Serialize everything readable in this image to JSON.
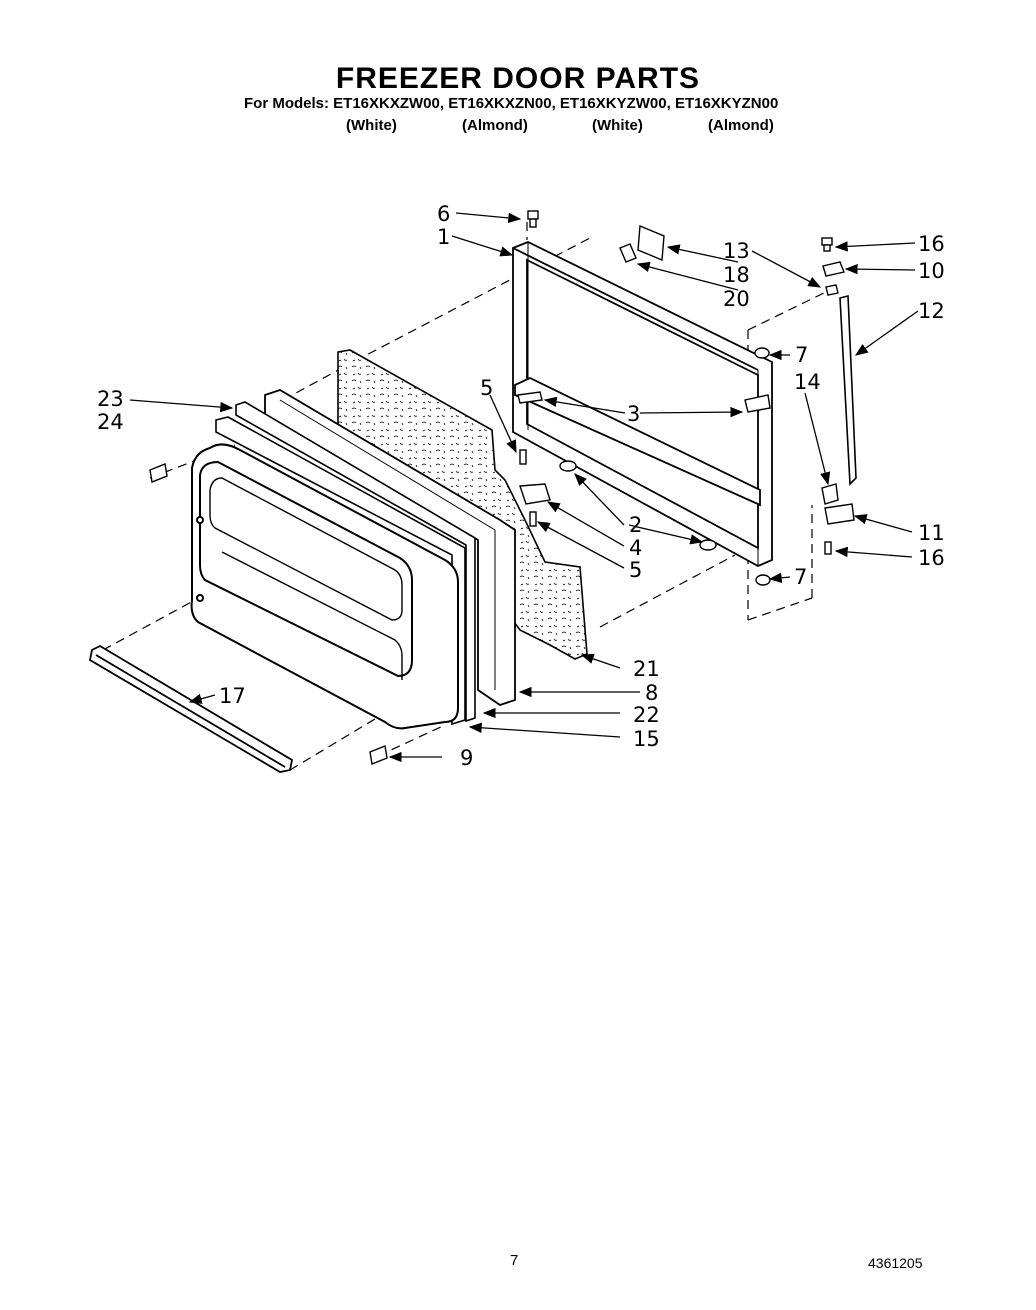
{
  "header": {
    "title": "FREEZER DOOR PARTS",
    "models_line": "For Models: ET16XKXZW00, ET16XKXZN00, ET16XKYZW00,  ET16XKYZN00",
    "colors": [
      "(White)",
      "(Almond)",
      "(White)",
      "(Almond)"
    ]
  },
  "diagram": {
    "callouts": {
      "c1": "1",
      "c2": "2",
      "c3": "3",
      "c4": "4",
      "c5a": "5",
      "c5b": "5",
      "c6": "6",
      "c7a": "7",
      "c7b": "7",
      "c8": "8",
      "c9": "9",
      "c10": "10",
      "c11": "11",
      "c12": "12",
      "c13": "13",
      "c14": "14",
      "c15": "15",
      "c16a": "16",
      "c16b": "16",
      "c17": "17",
      "c18": "18",
      "c20": "20",
      "c21": "21",
      "c22": "22",
      "c23": "23",
      "c24": "24"
    }
  },
  "footer": {
    "page_number": "7",
    "document_number": "4361205"
  }
}
